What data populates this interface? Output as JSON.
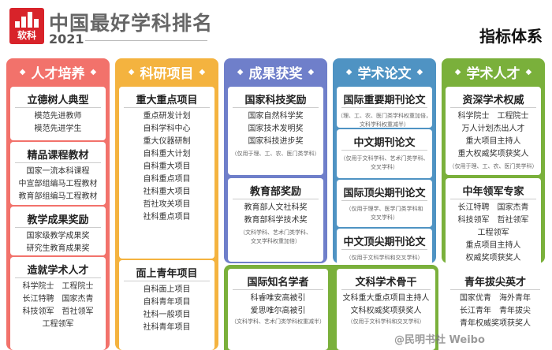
{
  "header": {
    "logo_text": "软科",
    "title": "中国最好学科排名",
    "year": "2021",
    "right_title": "指标体系"
  },
  "colors": {
    "c1": "#f2726b",
    "c2": "#f4b33f",
    "c3": "#6f7fca",
    "c4": "#4f93c3",
    "c5": "#7ab03b"
  },
  "columns": [
    {
      "title": "人才培养",
      "boxes": [
        {
          "title": "立德树人典型",
          "items": [
            "模范先进教师",
            "模范先进学生"
          ]
        },
        {
          "title": "精品课程教材",
          "items": [
            "国家一流本科课程",
            "中宣部组编马工程教材",
            "教育部组编马工程教材"
          ]
        },
        {
          "title": "教学成果奖励",
          "items": [
            "国家级教学成果奖",
            "研究生教育成果奖"
          ]
        },
        {
          "title": "造就学术人才",
          "items": [
            "科学院士　工程院士",
            "长江特聘　国家杰青",
            "科技领军　哲社领军",
            "工程领军"
          ]
        }
      ]
    },
    {
      "title": "科研项目",
      "boxes": [
        {
          "title": "重大重点项目",
          "items": [
            "重点研发计划",
            "自科学科中心",
            "重大仪器研制",
            "自科重大计划",
            "自科重大项目",
            "自科重点项目",
            "社科重大项目",
            "哲社攻关项目",
            "社科重点项目"
          ]
        },
        {
          "title": "面上青年项目",
          "items": [
            "自科面上项目",
            "自科青年项目",
            "社科一般项目",
            "社科青年项目"
          ]
        }
      ]
    },
    {
      "title": "成果获奖",
      "boxes": [
        {
          "title": "国家科技奖励",
          "items": [
            "国家自然科学奖",
            "国家技术发明奖",
            "国家科技进步奖"
          ],
          "note": "（仅用于理、工、农、医门类学科）"
        },
        {
          "title": "教育部奖励",
          "items": [
            "教育部人文社科奖",
            "教育部科学技术奖"
          ],
          "note": "（文科学科、艺术门类学科、\n交叉学科权重加倍）"
        }
      ]
    },
    {
      "title": "学术论文",
      "boxes": [
        {
          "title": "国际重要期刊论文",
          "note": "（理、工、农、医门类学科权重加倍，\n文科学科权重减半）"
        },
        {
          "title": "中文期刊论文",
          "note": "（仅用于文科学科、艺术门类学科、\n交叉学科）"
        },
        {
          "title": "国际顶尖期刊论文",
          "note": "（仅用于理学、医学门类学科和\n交叉学科）"
        },
        {
          "title": "中文顶尖期刊论文",
          "note": "（仅用于文科学科和交叉学科）"
        }
      ]
    },
    {
      "title": "学术人才",
      "boxes": [
        {
          "title": "资深学术权威",
          "items": [
            "科学院士　工程院士",
            "万人计划杰出人才",
            "重大项目主持人",
            "重大权威奖项获奖人"
          ],
          "note": "（仅用于理、工、农、医门类学科）"
        },
        {
          "title": "中年领军专家",
          "items": [
            "长江特聘　国家杰青",
            "科技领军　哲社领军",
            "工程领军",
            "重点项目主持人",
            "权威奖项获奖人"
          ]
        }
      ]
    }
  ],
  "bottom": [
    {
      "title": "国际知名学者",
      "items": [
        "科睿唯安高被引",
        "爱思唯尔高被引"
      ],
      "note": "（文科学科、艺术门类学科权重减半）"
    },
    {
      "title": "文科学术骨干",
      "items": [
        "文科重大重点项目主持人",
        "文科权威奖项获奖人"
      ],
      "note": "（仅用于文科学科和交叉学科）"
    },
    {
      "title": "青年拔尖英才",
      "items": [
        "国家优青　海外青年",
        "长江青年　青年拔尖",
        "青年权威奖项获奖人"
      ]
    }
  ],
  "watermark": "@民明书社 Weibo"
}
